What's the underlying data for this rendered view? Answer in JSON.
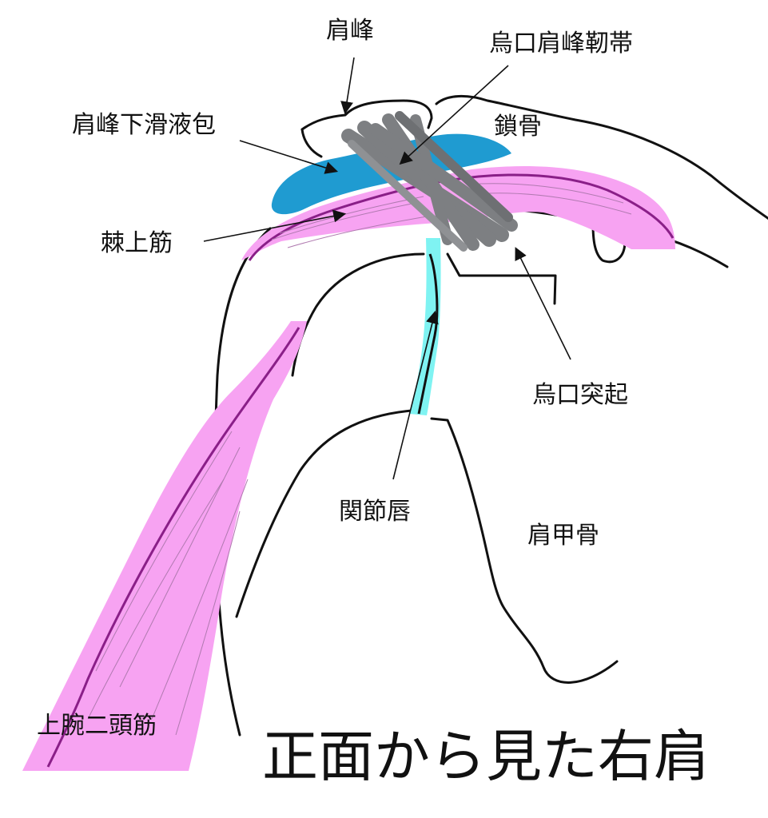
{
  "title": "正面から見た右肩",
  "labels": {
    "acromion": "肩峰",
    "coracoacromial_ligament": "烏口肩峰靭帯",
    "subacromial_bursa": "肩峰下滑液包",
    "clavicle": "鎖骨",
    "supraspinatus": "棘上筋",
    "coracoid_process": "烏口突起",
    "labrum": "関節唇",
    "scapula": "肩甲骨",
    "biceps": "上腕二頭筋"
  },
  "colors": {
    "muscle": "#f7a3f2",
    "bursa": "#1f9bd1",
    "ligament": "#7d7f82",
    "labrum": "#7ff3f2",
    "outline": "#111111",
    "muscle_edge": "#8a1f88"
  }
}
